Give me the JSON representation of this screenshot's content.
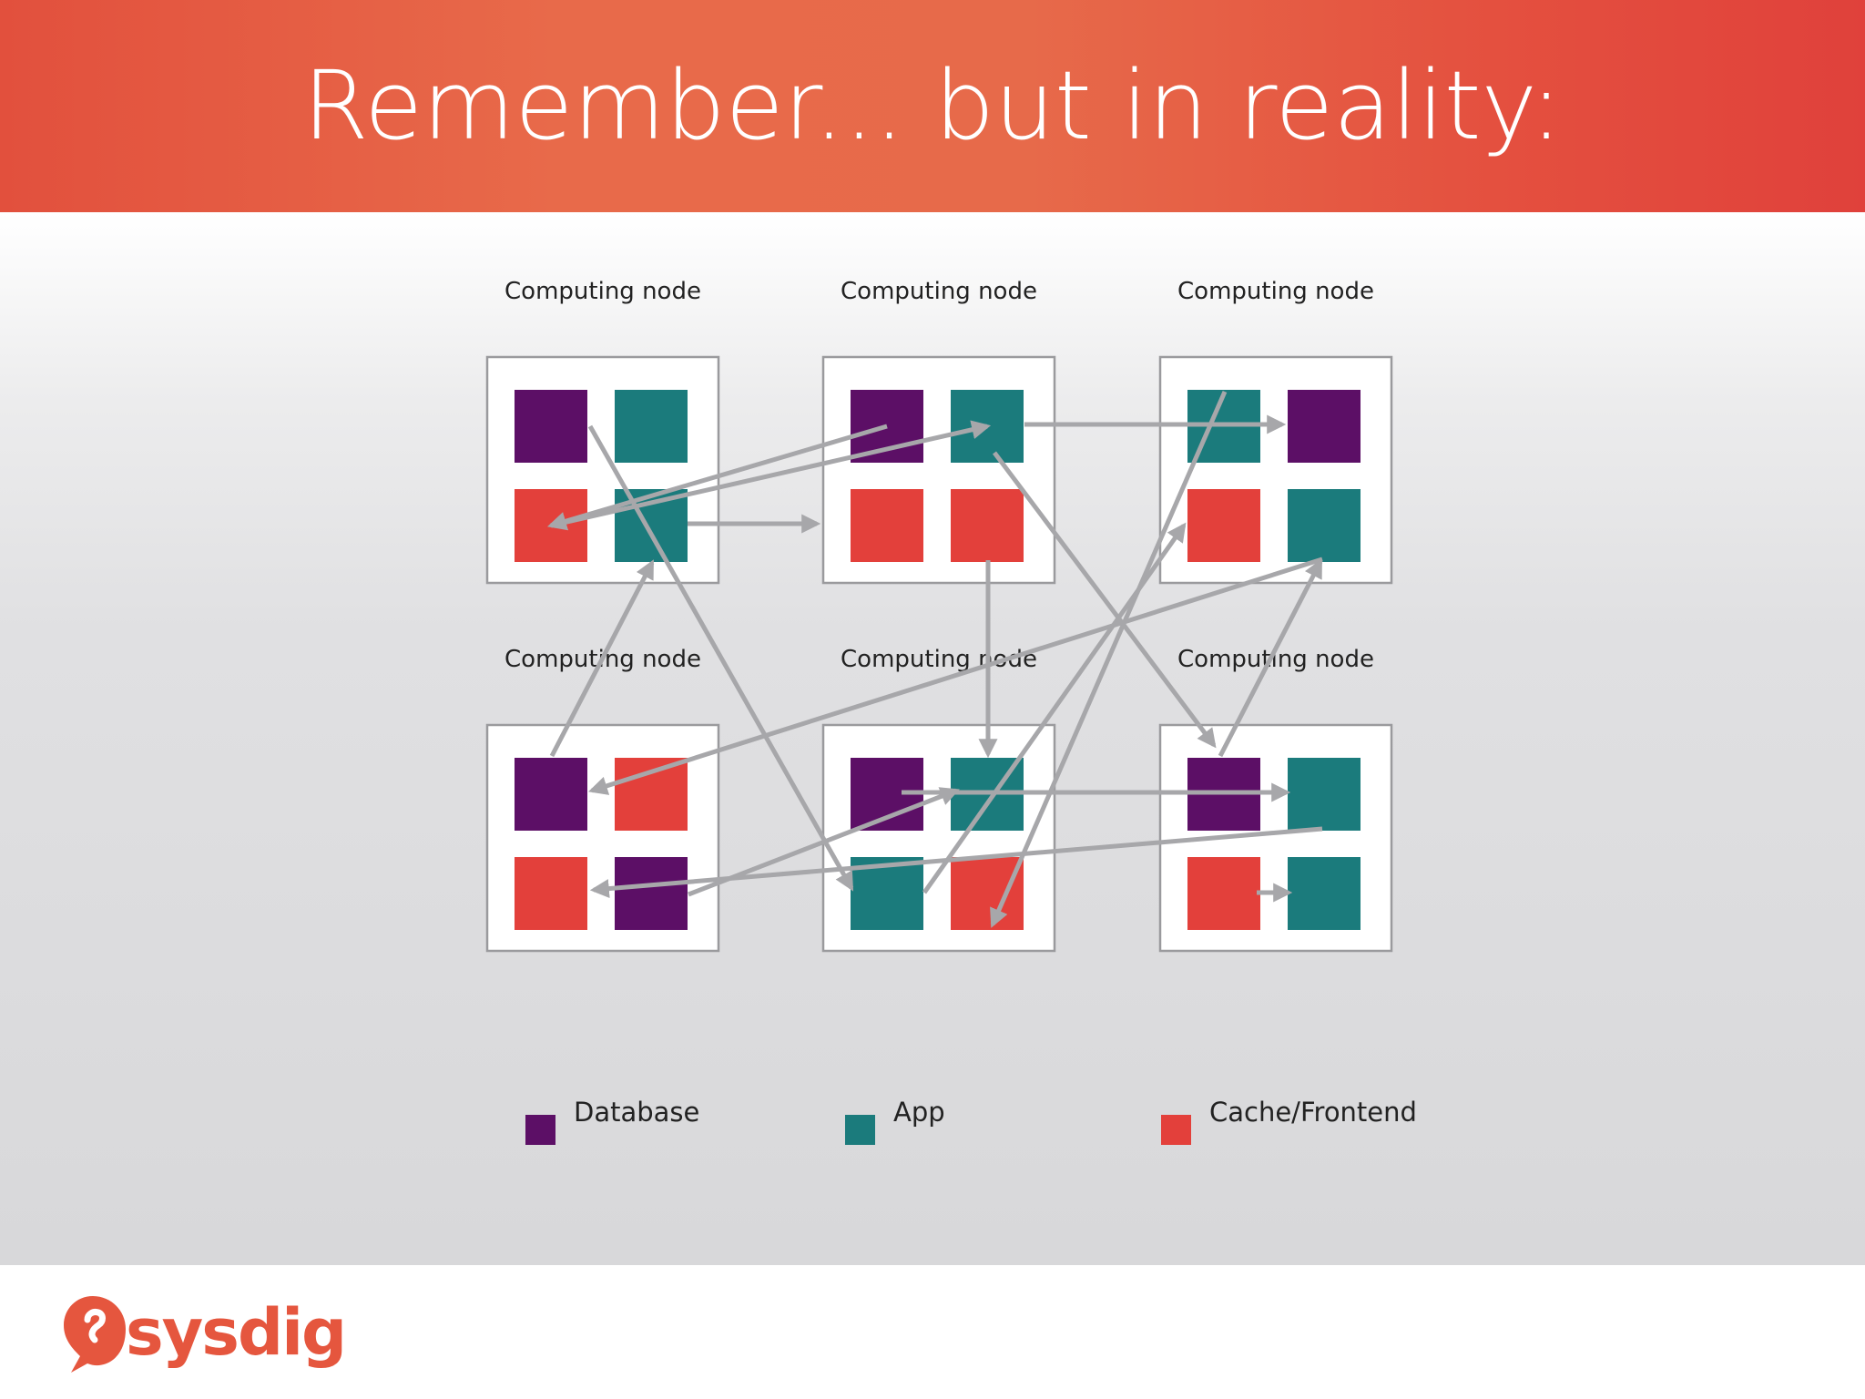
{
  "slide": {
    "title": "Remember... but in reality:"
  },
  "colors": {
    "database": "#5c0f66",
    "app": "#1b7b7c",
    "cache": "#e3403b",
    "arrow": "#a7a7aa",
    "header": "#e5563e"
  },
  "nodes": [
    {
      "label": "Computing node",
      "cells": [
        "database",
        "app",
        "cache",
        "app"
      ]
    },
    {
      "label": "Computing node",
      "cells": [
        "database",
        "app",
        "cache",
        "cache"
      ]
    },
    {
      "label": "Computing node",
      "cells": [
        "app",
        "database",
        "cache",
        "app"
      ]
    },
    {
      "label": "Computing node",
      "cells": [
        "database",
        "cache",
        "cache",
        "database"
      ]
    },
    {
      "label": "Computing node",
      "cells": [
        "database",
        "app",
        "app",
        "cache"
      ]
    },
    {
      "label": "Computing node",
      "cells": [
        "database",
        "app",
        "cache",
        "app"
      ]
    }
  ],
  "legend": [
    {
      "label": "Database",
      "type": "database"
    },
    {
      "label": "App",
      "type": "app"
    },
    {
      "label": "Cache/Frontend",
      "type": "cache"
    }
  ],
  "logo": {
    "text": "sysdig"
  }
}
